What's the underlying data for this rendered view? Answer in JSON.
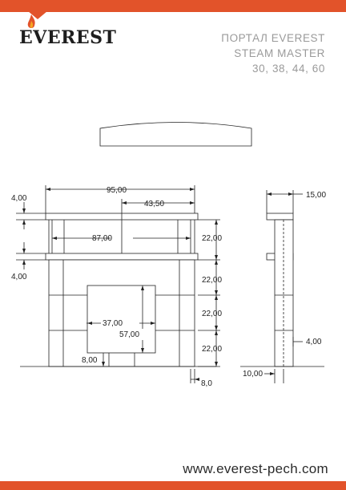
{
  "brand": {
    "logo_text": "EVEREST"
  },
  "title": {
    "line1": "ПОРТАЛ EVEREST",
    "line2": "STEAM MASTER",
    "line3": "30, 38, 44, 60"
  },
  "dimensions": {
    "total_width": "95,00",
    "half_width": "43,50",
    "shelf_height": "4,00",
    "inner_width": "87,00",
    "lower_shelf_height": "4,00",
    "row_height_1": "22,00",
    "row_height_2": "22,00",
    "row_height_3": "22,00",
    "row_height_4": "22,00",
    "opening_width": "37,00",
    "opening_height": "57,00",
    "opening_offset": "8,00",
    "side_offset": "8,0",
    "depth": "15,00",
    "side_shelf": "4,00",
    "base_depth": "10,00"
  },
  "footer": {
    "url": "www.everest-pech.com"
  },
  "colors": {
    "accent": "#e2532a"
  }
}
